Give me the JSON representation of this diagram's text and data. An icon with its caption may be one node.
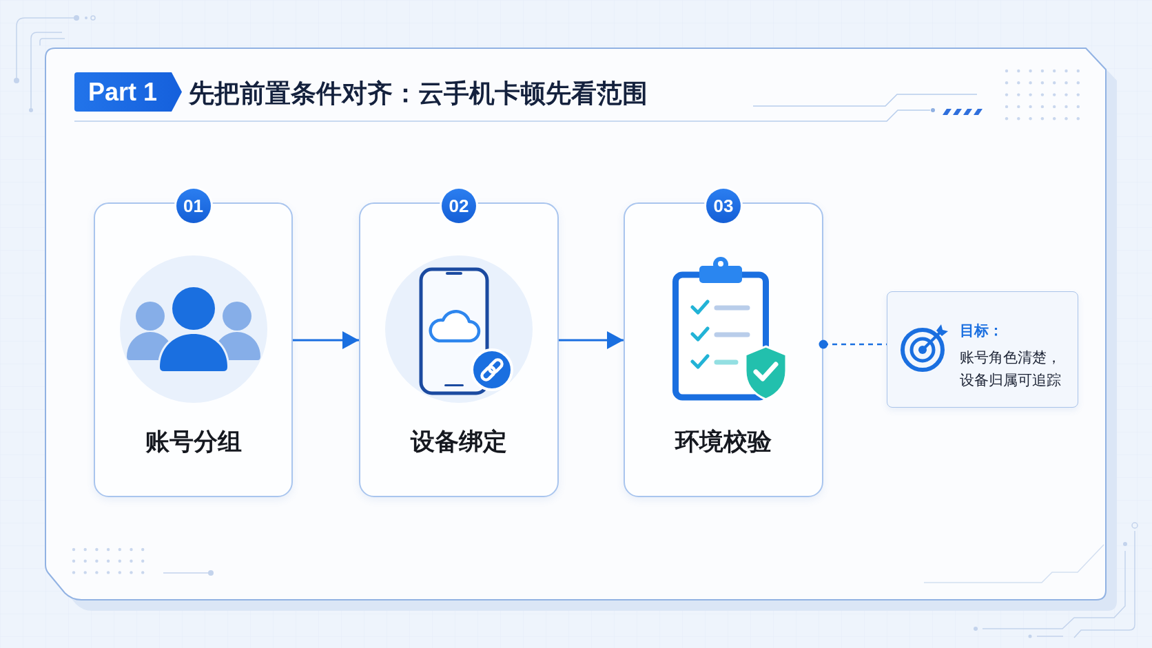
{
  "diagram": {
    "title": "先把前置条件对齐：云手机卡顿先看范围",
    "nodes": [
      {
        "text": [
          "Part 1"
        ]
      },
      {
        "text": [
          "01",
          "账号分组"
        ]
      },
      {
        "text": [
          "02",
          "设备绑定"
        ]
      },
      {
        "text": [
          "03",
          "环境校验"
        ]
      },
      {
        "text": [
          "目标：",
          "账号角色清楚，设备归属可追踪"
        ]
      }
    ],
    "edges": [
      {
        "from": 1,
        "to": 2,
        "arrow": "to"
      },
      {
        "from": 2,
        "to": 3,
        "arrow": "to"
      },
      {
        "from": 3,
        "to": 4,
        "arrow": "other",
        "style": "dashed"
      }
    ]
  }
}
